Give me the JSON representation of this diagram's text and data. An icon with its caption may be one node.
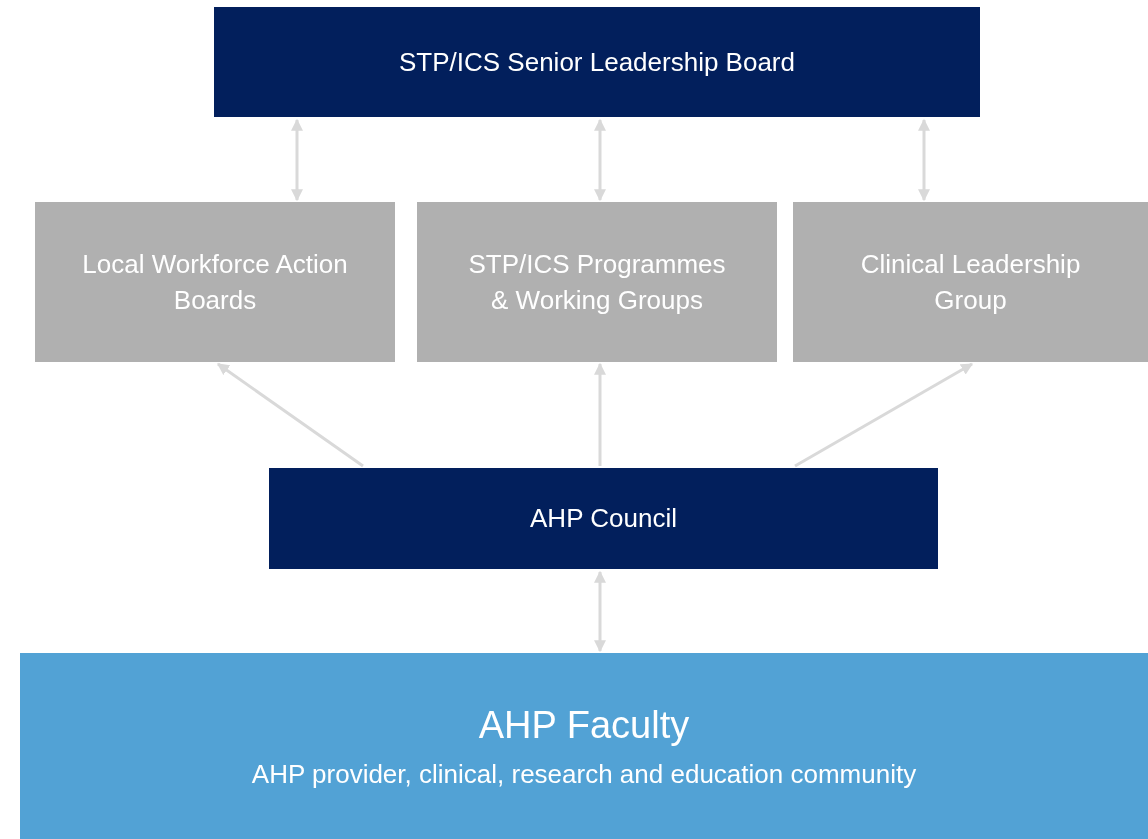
{
  "diagram": {
    "nodes": [
      {
        "text": [
          "STP/ICS Senior Leadership Board"
        ]
      },
      {
        "text": [
          "Local Workforce Action Boards"
        ]
      },
      {
        "text": [
          "STP/ICS Programmes & Working Groups"
        ]
      },
      {
        "text": [
          "Clinical Leadership Group"
        ]
      },
      {
        "text": [
          "AHP Council"
        ]
      },
      {
        "text": [
          "AHP Faculty",
          "AHP provider, clinical, research and education community"
        ]
      }
    ],
    "edges": [
      {
        "from": 0,
        "to": 1,
        "arrow": "both"
      },
      {
        "from": 0,
        "to": 2,
        "arrow": "both"
      },
      {
        "from": 0,
        "to": 3,
        "arrow": "both"
      },
      {
        "from": 4,
        "to": 1,
        "arrow": "to"
      },
      {
        "from": 4,
        "to": 2,
        "arrow": "to"
      },
      {
        "from": 4,
        "to": 3,
        "arrow": "to"
      },
      {
        "from": 4,
        "to": 5,
        "arrow": "both"
      }
    ]
  }
}
